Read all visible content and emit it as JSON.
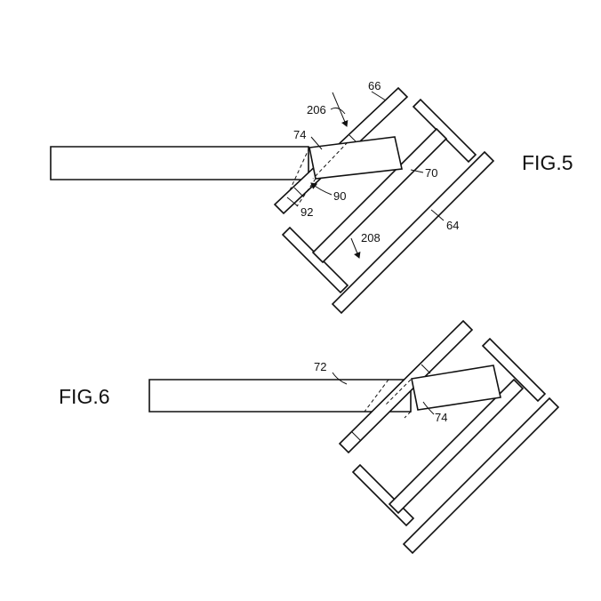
{
  "fig5": {
    "label": "FIG.5",
    "refs": {
      "r206": "206",
      "r66": "66",
      "r74": "74",
      "r70": "70",
      "r90": "90",
      "r92": "92",
      "r208": "208",
      "r64": "64"
    }
  },
  "fig6": {
    "label": "FIG.6",
    "refs": {
      "r72": "72",
      "r74": "74"
    }
  }
}
